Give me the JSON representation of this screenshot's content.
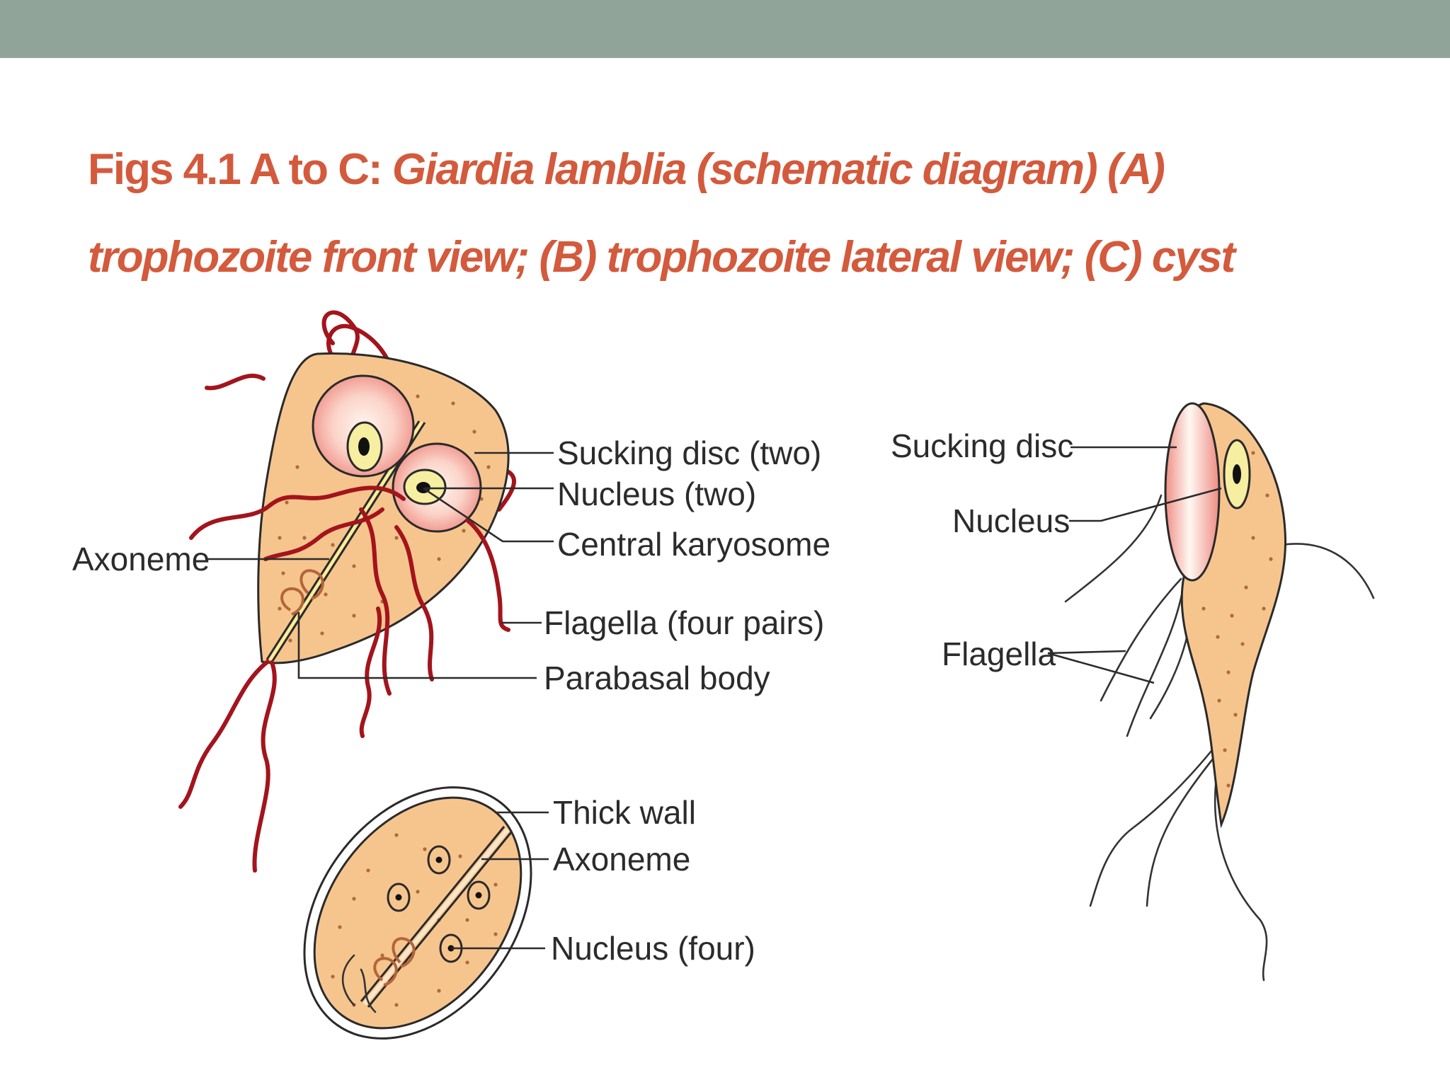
{
  "title": {
    "prefix": "Figs 4.1 A to C: ",
    "italic": "Giardia lamblia (schematic diagram) (A) trophozoite front view; (B) trophozoite lateral view; (C) cyst"
  },
  "front_view": {
    "labels": {
      "sucking_disc": "Sucking disc (two)",
      "nucleus": "Nucleus (two)",
      "karyosome": "Central karyosome",
      "axoneme": "Axoneme",
      "flagella": "Flagella (four pairs)",
      "parabasal": "Parabasal body"
    }
  },
  "lateral_view": {
    "labels": {
      "sucking_disc": "Sucking disc",
      "nucleus": "Nucleus",
      "flagella": "Flagella"
    }
  },
  "cyst": {
    "labels": {
      "thick_wall": "Thick wall",
      "axoneme": "Axoneme",
      "nucleus": "Nucleus (four)"
    }
  },
  "colors": {
    "header_bar": "#91a49a",
    "title": "#d35a3c",
    "body_fill": "#f6c58e",
    "flagella": "#a3141c",
    "disc": "#f4a6a0",
    "nucleus": "#f6eea0"
  }
}
